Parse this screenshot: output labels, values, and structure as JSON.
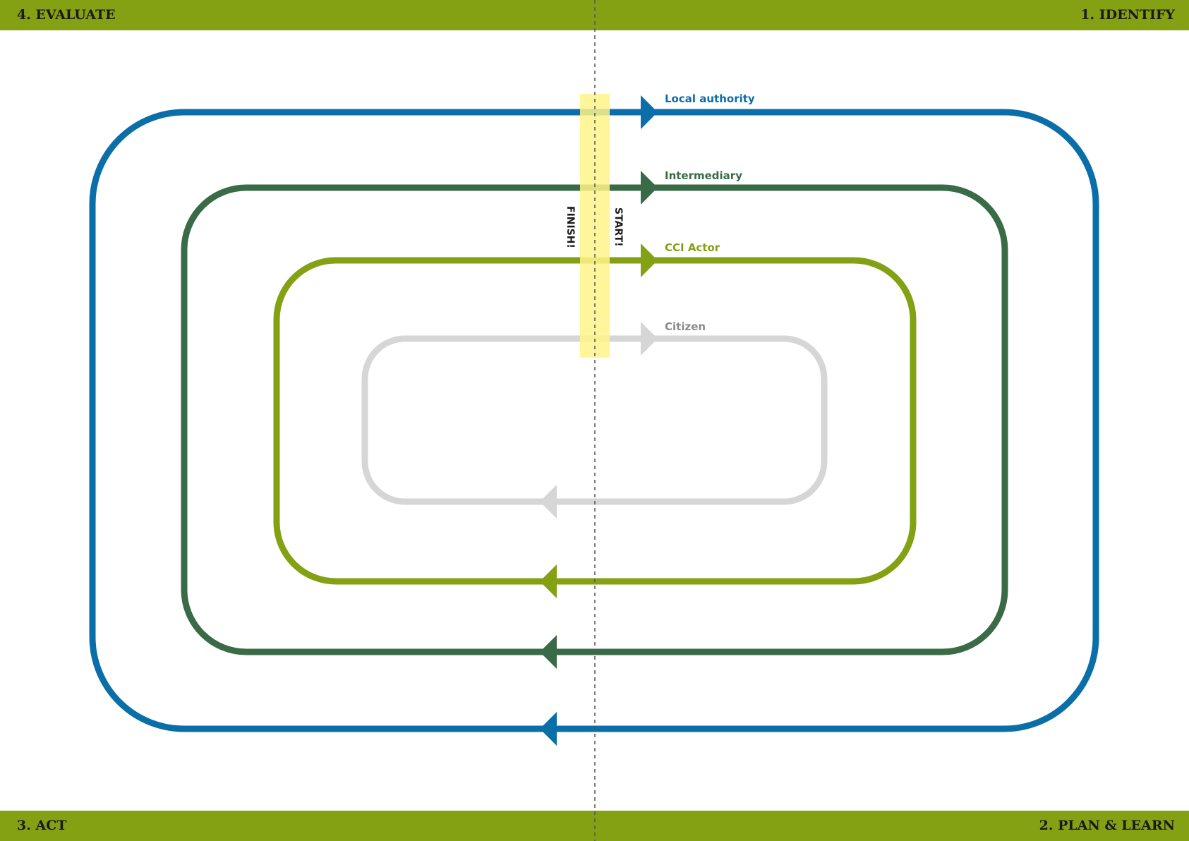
{
  "colors": {
    "band": "#84a113",
    "highlight": "#fff48a",
    "divider": "#555555"
  },
  "phases": {
    "evaluate": "4. EVALUATE",
    "identify": "1. IDENTIFY",
    "act": "3. ACT",
    "plan_learn": "2. PLAN & LEARN"
  },
  "markers": {
    "start": "START!",
    "finish": "FINISH!"
  },
  "loops": [
    {
      "id": "local-authority",
      "label": "Local authority",
      "color": "#0a6ea8"
    },
    {
      "id": "intermediary",
      "label": "Intermediary",
      "color": "#3a6b47"
    },
    {
      "id": "cci-actor",
      "label": "CCI Actor",
      "color": "#84a113"
    },
    {
      "id": "citizen",
      "label": "Citizen",
      "color": "#d6d6d6",
      "label_color": "#8a8a8a"
    }
  ]
}
